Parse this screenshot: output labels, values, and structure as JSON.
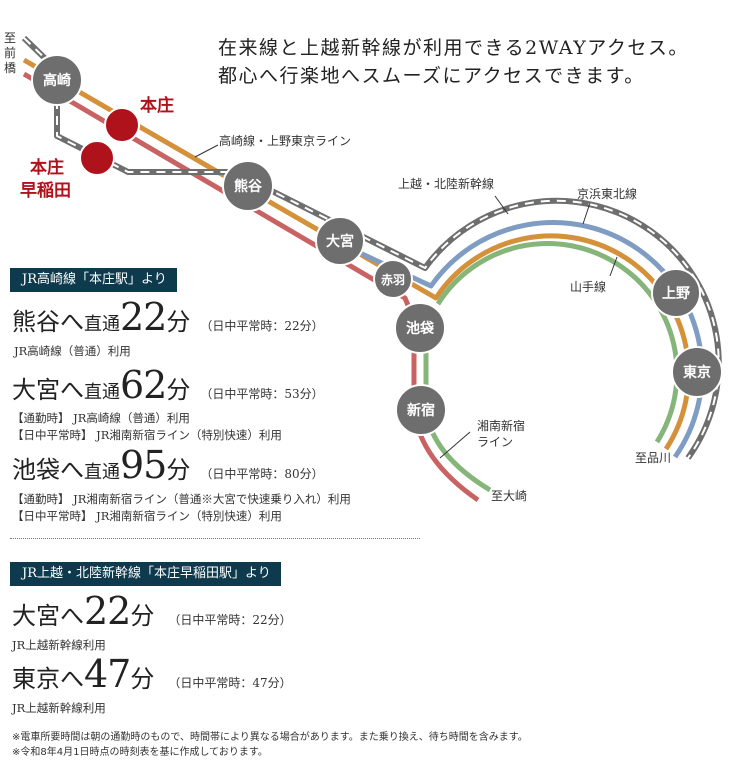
{
  "headline": {
    "line1": "在来線と上越新幹線が利用できる2WAYアクセス。",
    "line2": "都心へ行楽地へスムーズにアクセスできます。"
  },
  "map": {
    "stations": {
      "takasaki": "高崎",
      "honjo": "本庄",
      "honjo_waseda_1": "本庄",
      "honjo_waseda_2": "早稲田",
      "kumagaya": "熊谷",
      "omiya": "大宮",
      "akabane": "赤羽",
      "ikebukuro": "池袋",
      "shinjuku": "新宿",
      "ueno": "上野",
      "tokyo": "東京"
    },
    "directions": {
      "maebashi": [
        "至",
        "前",
        "橋"
      ],
      "osaki": "至大崎",
      "shinagawa": "至品川"
    },
    "line_labels": {
      "takasaki_ueno_tokyo": "高崎線・上野東京ライン",
      "shinkansen": "上越・北陸新幹線",
      "keihin_tohoku": "京浜東北線",
      "yamanote": "山手線",
      "shonan_shinjuku_1": "湘南新宿",
      "shonan_shinjuku_2": "ライン"
    },
    "colors": {
      "shinkansen": "#6e6e6e",
      "takasaki_ueno_tokyo": "#d4913a",
      "shonan_shinjuku": "#c96262",
      "keihin_tohoku": "#7f9cc2",
      "yamanote": "#86b57a",
      "station": "#6f6e6e",
      "home_station": "#b0121b"
    }
  },
  "section1": {
    "badge": "JR高崎線「本庄駅」より",
    "routes": [
      {
        "dest": "熊谷へ",
        "via": "直通",
        "minutes": "22",
        "unit": "分",
        "offpeak": "（日中平常時：22分）",
        "notes": [
          "JR高崎線（普通）利用"
        ]
      },
      {
        "dest": "大宮へ",
        "via": "直通",
        "minutes": "62",
        "unit": "分",
        "offpeak": "（日中平常時：53分）",
        "notes": [
          "【通勤時】 JR高崎線（普通）利用",
          "【日中平常時】 JR湘南新宿ライン（特別快速）利用"
        ]
      },
      {
        "dest": "池袋へ",
        "via": "直通",
        "minutes": "95",
        "unit": "分",
        "offpeak": "（日中平常時：80分）",
        "notes": [
          "【通勤時】 JR湘南新宿ライン（普通※大宮で快速乗り入れ）利用",
          "【日中平常時】 JR湘南新宿ライン（特別快速）利用"
        ]
      }
    ]
  },
  "section2": {
    "badge": "JR上越・北陸新幹線「本庄早稲田駅」より",
    "routes": [
      {
        "dest": "大宮へ",
        "minutes": "22",
        "unit": "分",
        "offpeak": "（日中平常時：22分）",
        "notes": [
          "JR上越新幹線利用"
        ]
      },
      {
        "dest": "東京へ",
        "minutes": "47",
        "unit": "分",
        "offpeak": "（日中平常時：47分）",
        "notes": [
          "JR上越新幹線利用"
        ]
      }
    ]
  },
  "footnotes": [
    "※電車所要時間は朝の通勤時のもので、時間帯により異なる場合があります。また乗り換え、待ち時間を含みます。",
    "※令和8年4月1日時点の時刻表を基に作成しております。"
  ]
}
